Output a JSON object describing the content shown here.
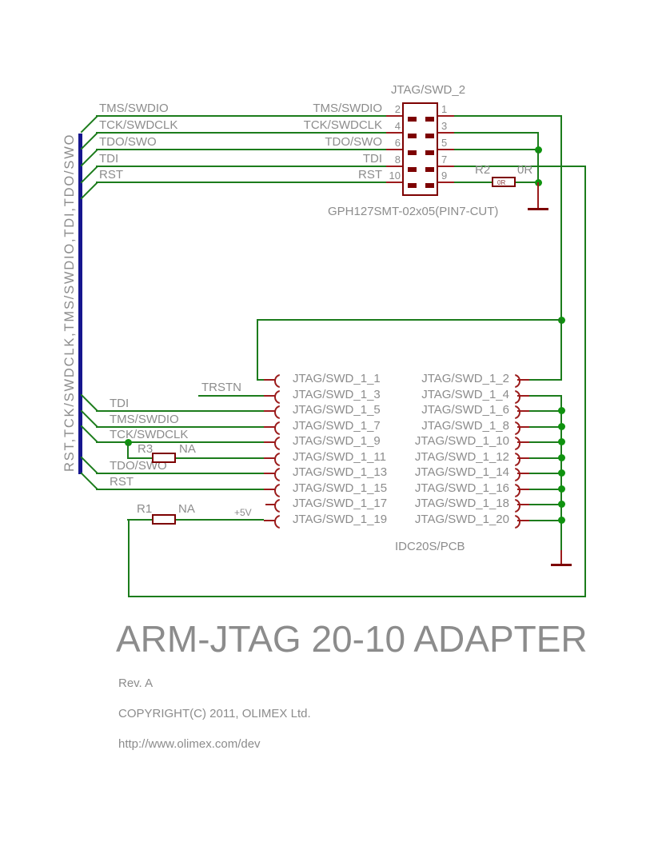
{
  "j2": {
    "title": "JTAG/SWD_2",
    "part": "GPH127SMT-02x05(PIN7-CUT)",
    "left_pin_numbers": [
      "2",
      "4",
      "6",
      "8",
      "10"
    ],
    "right_pin_numbers": [
      "1",
      "3",
      "5",
      "7",
      "9"
    ],
    "net_labels": [
      "TMS/SWDIO",
      "TCK/SWDCLK",
      "TDO/SWO",
      "TDI",
      "RST"
    ]
  },
  "bus": {
    "label": "RST,TCK/SWDCLK,TMS/SWDIO,TDI,TDO/SWO"
  },
  "resistors": {
    "r1": {
      "ref": "R1",
      "value": "NA"
    },
    "r2": {
      "ref": "R2",
      "value": "0R",
      "inner": "0R"
    },
    "r3": {
      "ref": "R3",
      "value": "NA"
    }
  },
  "labels": {
    "trstn": "TRSTN",
    "plus5v": "+5V",
    "bottom_nets": [
      "TDI",
      "TMS/SWDIO",
      "TCK/SWDCLK",
      "TDO/SWO",
      "RST"
    ]
  },
  "j1": {
    "part": "IDC20S/PCB",
    "left_pins": [
      "JTAG/SWD_1_1",
      "JTAG/SWD_1_3",
      "JTAG/SWD_1_5",
      "JTAG/SWD_1_7",
      "JTAG/SWD_1_9",
      "JTAG/SWD_1_11",
      "JTAG/SWD_1_13",
      "JTAG/SWD_1_15",
      "JTAG/SWD_1_17",
      "JTAG/SWD_1_19"
    ],
    "right_pins": [
      "JTAG/SWD_1_2",
      "JTAG/SWD_1_4",
      "JTAG/SWD_1_6",
      "JTAG/SWD_1_8",
      "JTAG/SWD_1_10",
      "JTAG/SWD_1_12",
      "JTAG/SWD_1_14",
      "JTAG/SWD_1_16",
      "JTAG/SWD_1_18",
      "JTAG/SWD_1_20"
    ]
  },
  "titleblock": {
    "title": "ARM-JTAG 20-10 ADAPTER",
    "rev": "Rev. A",
    "copyright": "COPYRIGHT(C) 2011, OLIMEX Ltd.",
    "url": "http://www.olimex.com/dev"
  },
  "colors": {
    "net_wire": "#1c7c1c",
    "bus": "#16168e",
    "symbol": "#7d0101",
    "text": "#8c8c8c"
  }
}
